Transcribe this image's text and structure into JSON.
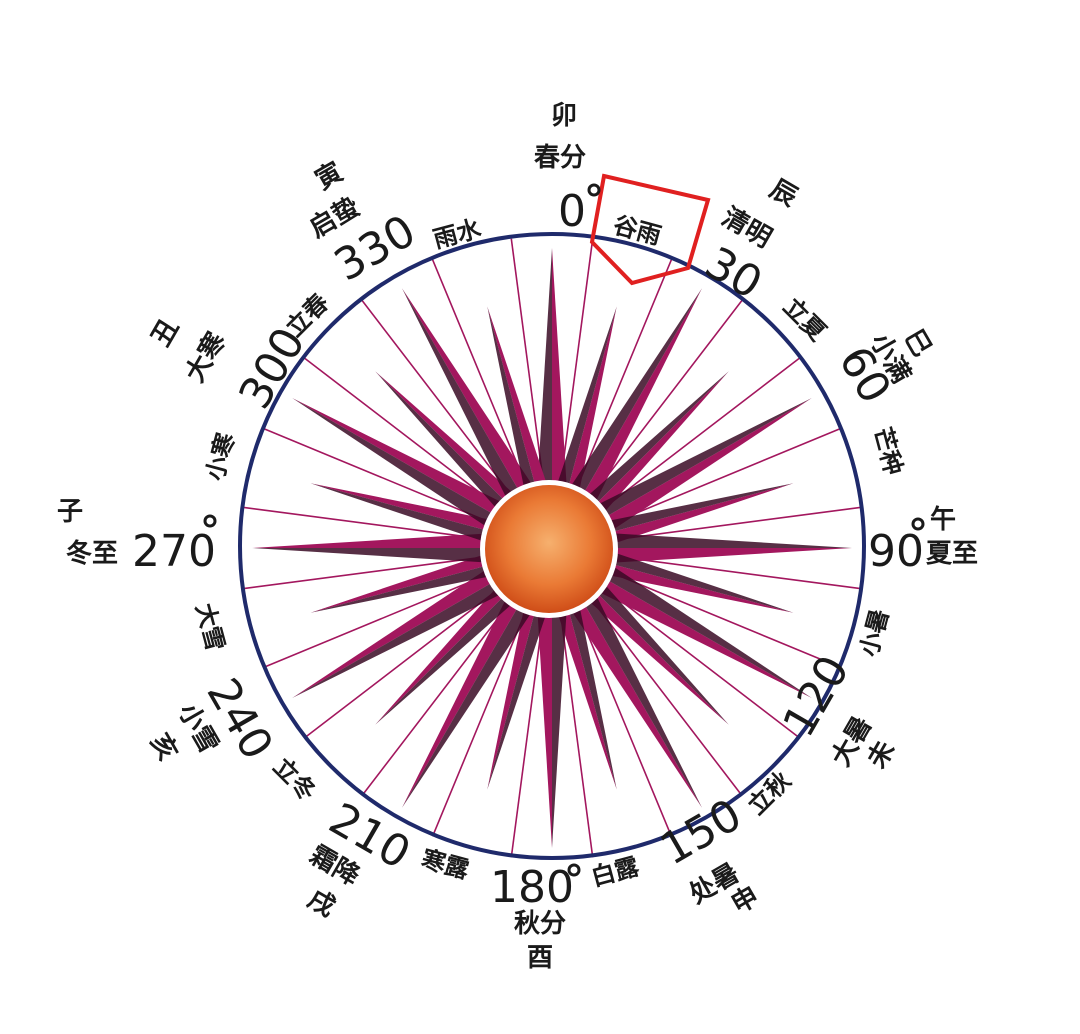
{
  "diagram": {
    "colors": {
      "circle": "#1f2a6b",
      "spoke": "#a3175e",
      "spoke_dark": "#3a0a25",
      "sun_inner": "#f2a05a",
      "sun_outer": "#d2521c",
      "highlight": "#e02020"
    },
    "cardinal": {
      "top": {
        "branch": "卯",
        "term": "春分",
        "degree": "0"
      },
      "right": {
        "branch": "午",
        "term": "夏至",
        "degree": "90"
      },
      "bottom": {
        "branch": "酉",
        "term": "秋分",
        "degree": "180"
      },
      "left": {
        "branch": "子",
        "term": "冬至",
        "degree": "270"
      }
    },
    "ring_points": [
      {
        "branch": "辰",
        "term": "清明",
        "degree": "30"
      },
      {
        "branch": "巳",
        "term": "小满",
        "degree": "60"
      },
      {
        "branch": "未",
        "term": "大暑",
        "degree": "120"
      },
      {
        "branch": "申",
        "term": "处暑",
        "degree": "150"
      },
      {
        "branch": "戌",
        "term": "霜降",
        "degree": "210"
      },
      {
        "branch": "亥",
        "term": "小雪",
        "degree": "240"
      },
      {
        "branch": "丑",
        "term": "大寒",
        "degree": "300"
      },
      {
        "branch": "寅",
        "term": "启蛰",
        "degree": "330"
      }
    ],
    "minor_terms": [
      {
        "term": "谷雨",
        "highlighted": true
      },
      {
        "term": "立夏"
      },
      {
        "term": "芒种"
      },
      {
        "term": "小暑"
      },
      {
        "term": "立秋"
      },
      {
        "term": "白露"
      },
      {
        "term": "寒露"
      },
      {
        "term": "立冬"
      },
      {
        "term": "大雪"
      },
      {
        "term": "小寒"
      },
      {
        "term": "立春"
      },
      {
        "term": "雨水"
      }
    ]
  }
}
